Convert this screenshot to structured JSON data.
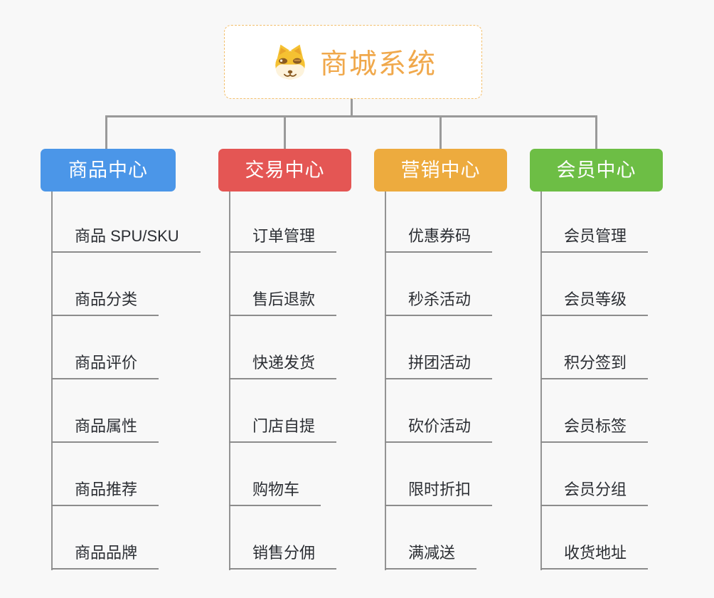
{
  "root": {
    "title": "商城系统",
    "icon": "doge-icon"
  },
  "branches": [
    {
      "label": "商品中心",
      "color": "#4B96E8",
      "items": [
        "商品 SPU/SKU",
        "商品分类",
        "商品评价",
        "商品属性",
        "商品推荐",
        "商品品牌"
      ]
    },
    {
      "label": "交易中心",
      "color": "#E45654",
      "items": [
        "订单管理",
        "售后退款",
        "快递发货",
        "门店自提",
        "购物车",
        "销售分佣"
      ]
    },
    {
      "label": "营销中心",
      "color": "#EDAB3E",
      "items": [
        "优惠券码",
        "秒杀活动",
        "拼团活动",
        "砍价活动",
        "限时折扣",
        "满减送"
      ]
    },
    {
      "label": "会员中心",
      "color": "#6DBE45",
      "items": [
        "会员管理",
        "会员等级",
        "积分签到",
        "会员标签",
        "会员分组",
        "收货地址"
      ]
    }
  ],
  "colors": {
    "background": "#F8F8F8",
    "root_title": "#F0A84B",
    "root_border": "#F3BF6B",
    "connector": "#9A9A9A",
    "subtopic_underline": "#8C8C8C",
    "subtopic_text": "#2B2E33"
  }
}
